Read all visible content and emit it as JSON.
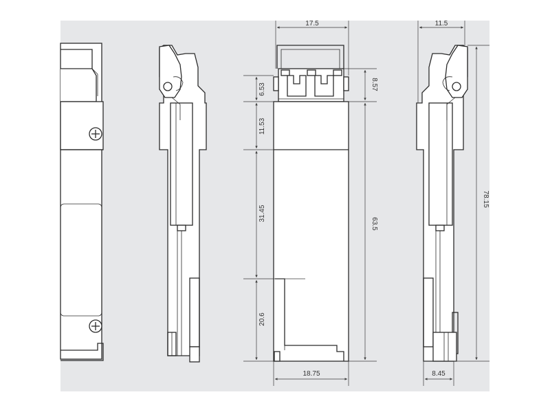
{
  "colors": {
    "background": "#e6e7e9",
    "line": "#2b2b2b",
    "body_fill": "#ffffff"
  },
  "icons": [
    "screw-icon"
  ],
  "dimensions": {
    "top_width_front": "17.5",
    "top_width_right": "11.5",
    "latch_height": "6.53",
    "connector_height": "8.57",
    "upper_section": "11.53",
    "middle_section": "31.45",
    "lower_section": "20.6",
    "body_length": "63.5",
    "overall_length": "78.15",
    "bottom_width_front": "18.75",
    "bottom_width_right": "8.45"
  }
}
